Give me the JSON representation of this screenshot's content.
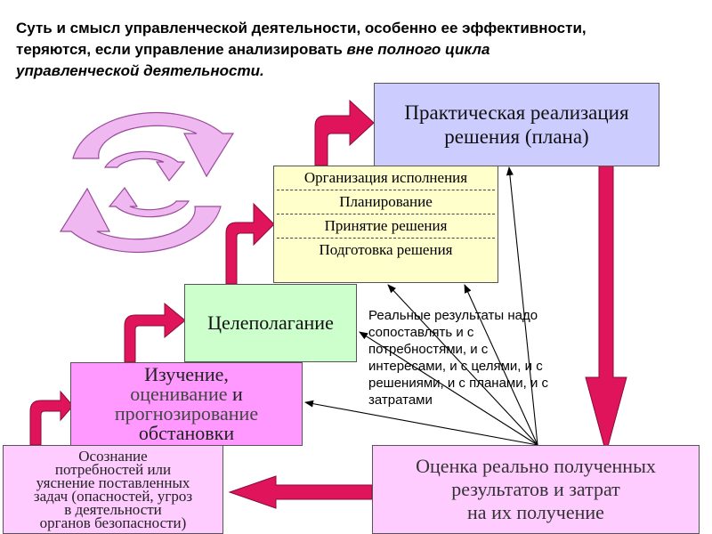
{
  "title": {
    "line1": "Суть и смысл управленческой деятельности, особенно ее эффективности,",
    "line2_normal": "теряются, если управление  анализировать ",
    "line2_italic": "вне  полного цикла",
    "line3_italic": "управленческой деятельности."
  },
  "boxes": {
    "prak": {
      "line1": "Практическая реализация",
      "line2": "решения (плана)"
    },
    "org": [
      "Организация исполнения",
      "Планирование",
      "Принятие решения",
      "Подготовка решения"
    ],
    "cel": "Целеполагание",
    "izuch": {
      "line1": "Изучение,",
      "line2a": "оценивание",
      "line2b": " и",
      "line3": "прогнозирование",
      "line4": "обстановки"
    },
    "osoz": {
      "line1": "Осознание",
      "line2": "потребностей или",
      "line3": "уяснение поставленных",
      "line4": "задач (опасностей, угроз",
      "line5": "в деятельности",
      "line6": "органов безопасности)"
    },
    "ocen": {
      "line1": "Оценка реально полученных",
      "line2": "результатов и затрат",
      "line3": "на их получение"
    }
  },
  "note": {
    "line1": "Реальные результаты надо",
    "line2": "сопоставлять и с",
    "line3": "потребностями, и с",
    "line4": "интересами, и с целями, и с",
    "line5": "решениями, и с планами, и с",
    "line6": "затратами"
  },
  "colors": {
    "step_arrow": "#e0145a",
    "cycle_arrow": "#f0b8f0",
    "cycle_outline": "#9a4a9a"
  }
}
